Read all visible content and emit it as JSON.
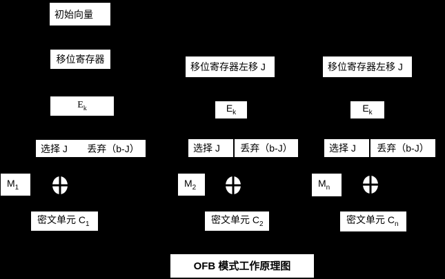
{
  "diagram": {
    "title": "OFB 模式工作原理图",
    "colors": {
      "background": "#000000",
      "box_background": "#ffffff",
      "box_text": "#000000"
    },
    "columns": [
      {
        "initial_vector": "初始向量",
        "shift_register": "移位寄存器",
        "encrypt": {
          "base": "E",
          "sub": "k"
        },
        "select": "选择 J",
        "discard": "丢弃（b-J）",
        "message": {
          "base": "M",
          "sub": "1"
        },
        "ciphertext": {
          "base": "密文单元 C",
          "sub": "1"
        },
        "xor_icon": "xor-circle-plus"
      },
      {
        "shift_register": "移位寄存器左移 J",
        "encrypt": {
          "base": "E",
          "sub": "k"
        },
        "select": "选择 J",
        "discard": "丢弃（b-J）",
        "message": {
          "base": "M",
          "sub": "2"
        },
        "ciphertext": {
          "base": "密文单元 C",
          "sub": "2"
        },
        "xor_icon": "xor-circle-plus"
      },
      {
        "shift_register": "移位寄存器左移 J",
        "encrypt": {
          "base": "E",
          "sub": "k"
        },
        "select": "选择 J",
        "discard": "丢弃（b-J）",
        "message": {
          "base": "M",
          "sub": "n"
        },
        "ciphertext": {
          "base": "密文单元 C",
          "sub": "n"
        },
        "xor_icon": "xor-circle-plus"
      }
    ]
  }
}
